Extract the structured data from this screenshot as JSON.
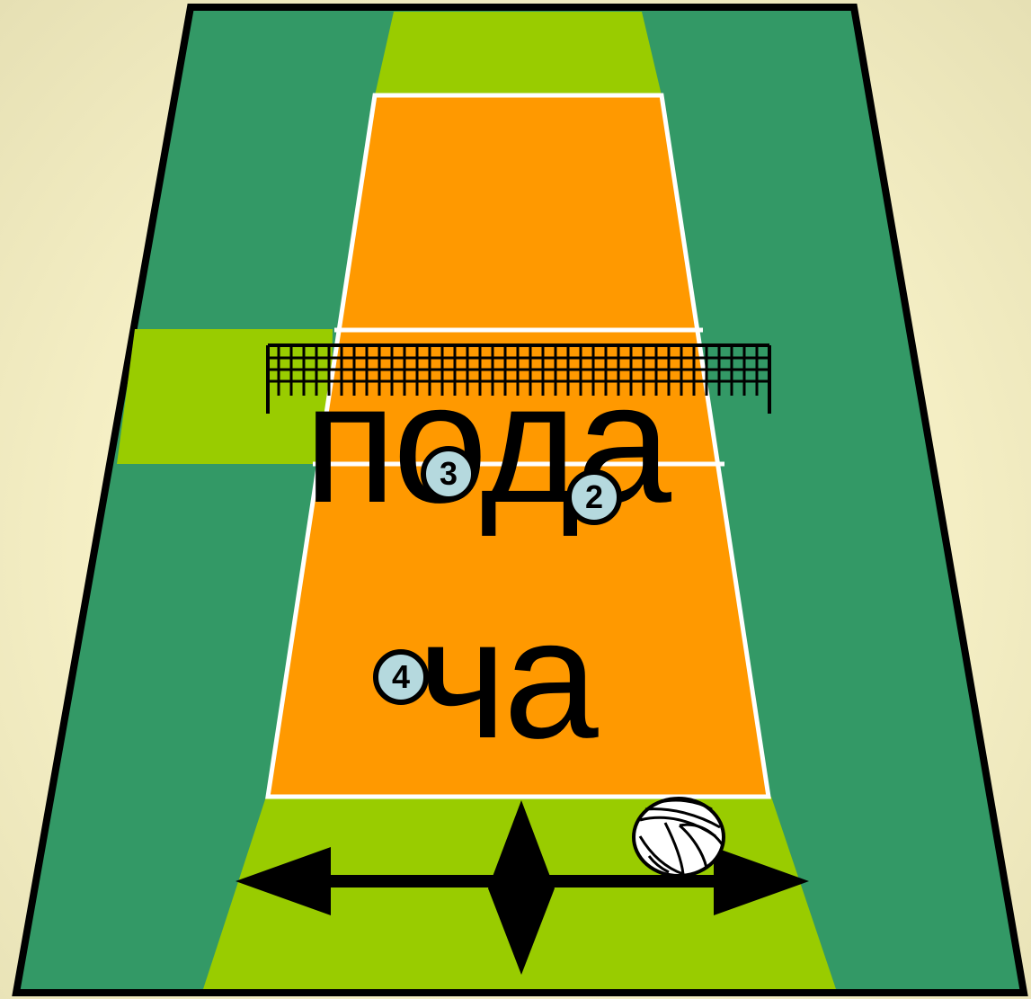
{
  "court": {
    "colors": {
      "outer": "#339966",
      "free_zone": "#99cc00",
      "playing_area": "#ff9900",
      "lines": "#ffffff",
      "border": "#000000",
      "player_fill": "#b5d9de"
    }
  },
  "label": {
    "line1": "пода",
    "line2": "ча"
  },
  "players": [
    {
      "number": "3"
    },
    {
      "number": "2"
    },
    {
      "number": "4"
    }
  ],
  "icons": {
    "ball": "volleyball-icon",
    "arrows": "double-arrow-icon",
    "net": "net-icon"
  }
}
